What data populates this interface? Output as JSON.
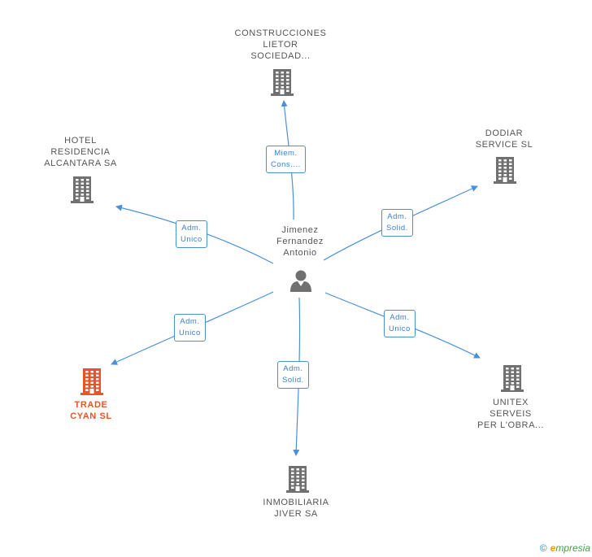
{
  "center": {
    "lines": [
      "Jimenez",
      "Fernandez",
      "Antonio"
    ],
    "icon": "person-icon"
  },
  "nodes": [
    {
      "id": "construcciones",
      "lines": [
        "CONSTRUCCIONES",
        "LIETOR",
        "SOCIEDAD..."
      ],
      "icon": "building-icon",
      "color": "#707070"
    },
    {
      "id": "hotel",
      "lines": [
        "HOTEL",
        "RESIDENCIA",
        "ALCANTARA SA"
      ],
      "icon": "building-icon",
      "color": "#707070"
    },
    {
      "id": "dodiar",
      "lines": [
        "DODIAR",
        "SERVICE SL"
      ],
      "icon": "building-icon",
      "color": "#707070"
    },
    {
      "id": "trade",
      "lines": [
        "TRADE",
        "CYAN SL"
      ],
      "icon": "building-icon",
      "color": "#e8542a"
    },
    {
      "id": "unitex",
      "lines": [
        "UNITEX",
        "SERVEIS",
        "PER L'OBRA..."
      ],
      "icon": "building-icon",
      "color": "#707070"
    },
    {
      "id": "inmobiliaria",
      "lines": [
        "INMOBILIARIA",
        "JIVER SA"
      ],
      "icon": "building-icon",
      "color": "#707070"
    }
  ],
  "edges": [
    {
      "to": "construcciones",
      "label": [
        "Miem.",
        "Cons...."
      ]
    },
    {
      "to": "hotel",
      "label": [
        "Adm.",
        "Unico"
      ]
    },
    {
      "to": "dodiar",
      "label": [
        "Adm.",
        "Solid."
      ]
    },
    {
      "to": "trade",
      "label": [
        "Adm.",
        "Unico"
      ]
    },
    {
      "to": "unitex",
      "label": [
        "Adm.",
        "Unico"
      ]
    },
    {
      "to": "inmobiliaria",
      "label": [
        "Adm.",
        "Solid."
      ]
    }
  ],
  "colors": {
    "edge": "#4a90d9",
    "building": "#707070",
    "highlight": "#e8542a"
  },
  "footer": {
    "copyright": "©",
    "brand_e": "e",
    "brand_rest": "mpresia"
  }
}
